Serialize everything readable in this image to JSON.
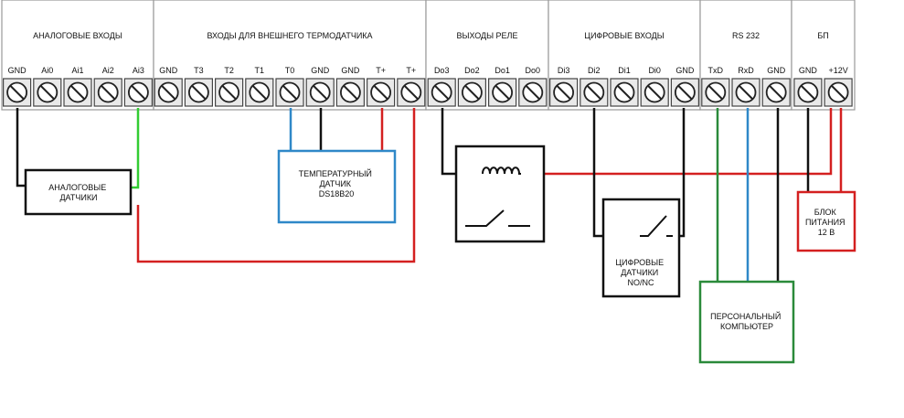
{
  "colors": {
    "red": "#d42020",
    "green": "#2a8a3a",
    "bright_green": "#33cc33",
    "blue": "#2f88c8",
    "black": "#111111",
    "panel_border": "#999999"
  },
  "sections": [
    {
      "key": "analog",
      "title": "АНАЛОГОВЫЕ ВХОДЫ",
      "pins": [
        "GND",
        "Ai0",
        "Ai1",
        "Ai2",
        "Ai3"
      ]
    },
    {
      "key": "thermo",
      "title": "ВХОДЫ ДЛЯ ВНЕШНЕГО ТЕРМОДАТЧИКА",
      "pins": [
        "GND",
        "T3",
        "T2",
        "T1",
        "T0",
        "GND",
        "GND",
        "T+",
        "T+"
      ]
    },
    {
      "key": "relay",
      "title": "ВЫХОДЫ РЕЛЕ",
      "pins": [
        "Do3",
        "Do2",
        "Do1",
        "Do0"
      ]
    },
    {
      "key": "digital",
      "title": "ЦИФРОВЫЕ ВХОДЫ",
      "pins": [
        "Di3",
        "Di2",
        "Di1",
        "Di0",
        "GND"
      ]
    },
    {
      "key": "rs232",
      "title": "RS 232",
      "pins": [
        "TxD",
        "RxD",
        "GND"
      ]
    },
    {
      "key": "psu",
      "title": "БП",
      "pins": [
        "GND",
        "+12V"
      ]
    }
  ],
  "boxes": {
    "analog_sensors": [
      "АНАЛОГОВЫЕ",
      "ДАТЧИКИ"
    ],
    "temp_sensor": [
      "ТЕМПЕРАТУРНЫЙ",
      "ДАТЧИК",
      "DS18B20"
    ],
    "digital_sensors": [
      "ЦИФРОВЫЕ",
      "ДАТЧИКИ",
      "NO/NC"
    ],
    "power_supply": [
      "БЛОК",
      "ПИТАНИЯ",
      "12 В"
    ],
    "computer": [
      "ПЕРСОНАЛЬНЫЙ",
      "КОМПЬЮТЕР"
    ]
  }
}
